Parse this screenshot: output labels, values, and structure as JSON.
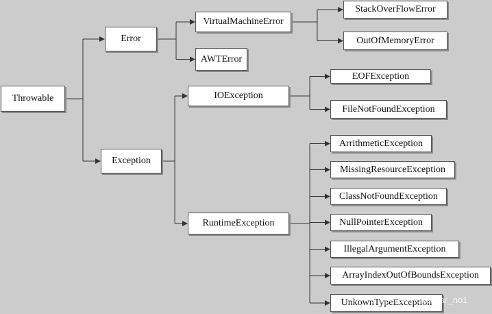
{
  "diagram": {
    "colors": {
      "background": "#cccccc",
      "node_fill": "#ffffff",
      "line": "#333333"
    },
    "nodes": {
      "throwable": "Throwable",
      "error": "Error",
      "exception": "Exception",
      "virtual_machine_error": "VirtualMachineError",
      "awt_error": "AWTError",
      "stack_overflow_error": "StackOverFlowError",
      "out_of_memory_error": "OutOfMemoryError",
      "io_exception": "IOException",
      "runtime_exception": "RuntimeException",
      "eof_exception": "EOFException",
      "file_not_found_exception": "FileNotFoundException",
      "arrithmetic_exception": "ArrithmeticException",
      "missing_resource_exception": "MissingResourceException",
      "class_not_found_exception": "ClassNotFoundException",
      "null_pointer_exception": "NullPointerException",
      "illegal_argument_exception": "IllegalArgumentException",
      "array_index_out_of_bounds_exception": "ArrayIndexOutOfBoundsException",
      "unkown_type_exception": "UnkownTypeException"
    },
    "edges": [
      [
        "throwable",
        "error"
      ],
      [
        "throwable",
        "exception"
      ],
      [
        "error",
        "virtual_machine_error"
      ],
      [
        "error",
        "awt_error"
      ],
      [
        "virtual_machine_error",
        "stack_overflow_error"
      ],
      [
        "virtual_machine_error",
        "out_of_memory_error"
      ],
      [
        "exception",
        "io_exception"
      ],
      [
        "exception",
        "runtime_exception"
      ],
      [
        "io_exception",
        "eof_exception"
      ],
      [
        "io_exception",
        "file_not_found_exception"
      ],
      [
        "runtime_exception",
        "arrithmetic_exception"
      ],
      [
        "runtime_exception",
        "missing_resource_exception"
      ],
      [
        "runtime_exception",
        "class_not_found_exception"
      ],
      [
        "runtime_exception",
        "null_pointer_exception"
      ],
      [
        "runtime_exception",
        "illegal_argument_exception"
      ],
      [
        "runtime_exception",
        "array_index_out_of_bounds_exception"
      ],
      [
        "runtime_exception",
        "unkown_type_exception"
      ]
    ]
  },
  "watermark": "blog.csdn.net/sugar_no1"
}
